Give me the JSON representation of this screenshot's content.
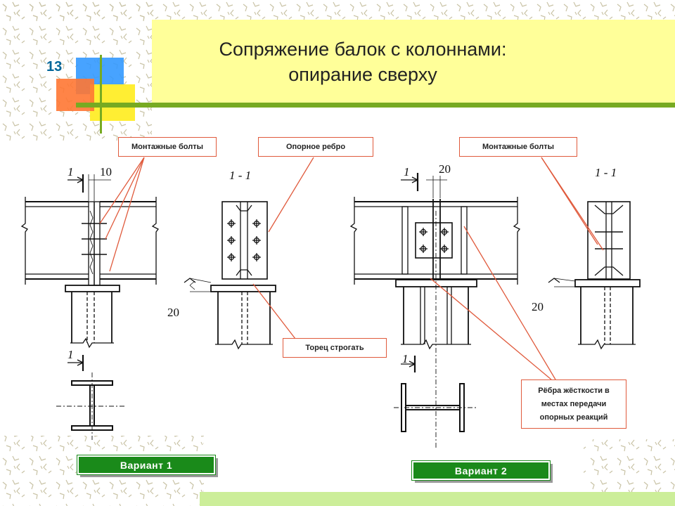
{
  "slide": {
    "number": "13",
    "title_line1": "Сопряжение балок с колоннами:",
    "title_line2": "опирание сверху"
  },
  "callouts": {
    "mounting_bolts_1": "Монтажные болты",
    "support_rib": "Опорное ребро",
    "mounting_bolts_2": "Монтажные болты",
    "end_plane": "Торец строгать",
    "stiffeners_1": "Рёбра жёсткости в",
    "stiffeners_2": "местах передачи",
    "stiffeners_3": "опорных реакций"
  },
  "dimensions": {
    "section_mark": "1",
    "gap_1": "10",
    "gap_2": "20",
    "section_label": "1 - 1",
    "offset": "20"
  },
  "buttons": {
    "variant_1": "Вариант 1",
    "variant_2": "Вариант 2"
  },
  "colors": {
    "title_band": "#ffff99",
    "callout_border": "#e05a3c",
    "button_green": "#1a8a1a",
    "deco_blue": "#3399ff",
    "deco_orange": "#ff7733",
    "deco_yellow": "#ffee33",
    "bar_green": "#77aa22"
  }
}
